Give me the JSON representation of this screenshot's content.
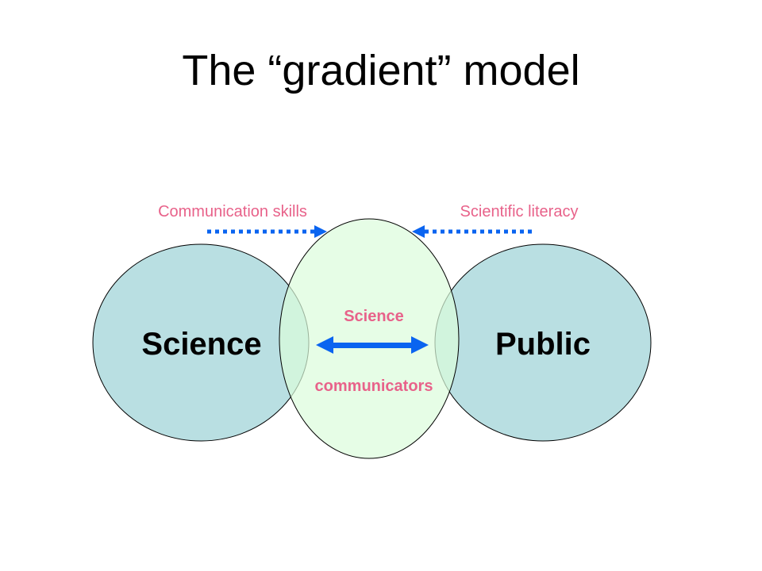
{
  "title": "The “gradient” model",
  "labels": {
    "left_arrow": "Communication skills",
    "right_arrow": "Scientific literacy",
    "left_circle": "Science",
    "right_circle": "Public",
    "center_top": "Science",
    "center_bottom": "communicators"
  },
  "colors": {
    "circle_fill": "#b9dfe2",
    "center_fill": "#dcfcdc",
    "label_pink": "#e8628a",
    "arrow_blue": "#0a64f0"
  }
}
